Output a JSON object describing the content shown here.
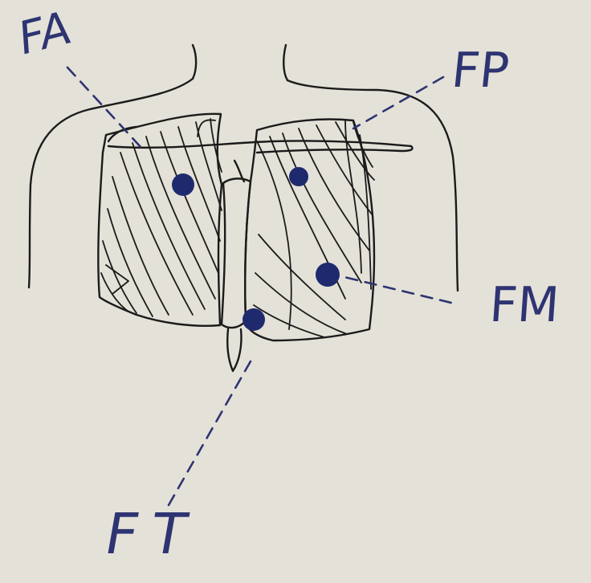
{
  "colors": {
    "paper": "#e4e1d8",
    "pencil": "#1b1b1b",
    "ink": "#2e3472",
    "dot": "#1f2a6e"
  },
  "labels": {
    "fa": "FA",
    "fp": "FP",
    "fm": "FM",
    "ft": "FT"
  }
}
